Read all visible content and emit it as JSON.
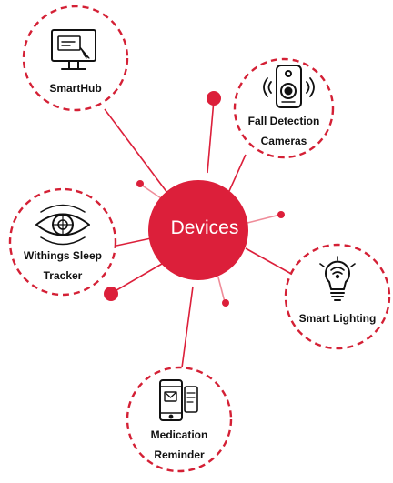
{
  "center": {
    "label": "Devices"
  },
  "devices": [
    {
      "id": "smarthub",
      "lines": [
        "SmartHub"
      ],
      "icon": "monitor-cursor-icon"
    },
    {
      "id": "fall-detection",
      "lines": [
        "Fall Detection",
        "Cameras"
      ],
      "icon": "security-camera-icon"
    },
    {
      "id": "withings",
      "lines": [
        "Withings Sleep",
        "Tracker"
      ],
      "icon": "eye-scan-icon"
    },
    {
      "id": "smart-lighting",
      "lines": [
        "Smart Lighting"
      ],
      "icon": "lightbulb-wifi-icon"
    },
    {
      "id": "medication",
      "lines": [
        "Medication",
        "Reminder"
      ],
      "icon": "phone-notification-icon"
    }
  ],
  "colors": {
    "accent": "#dc1f3a",
    "accent_light": "#ef8c99",
    "dashed_border": "#d42035",
    "text": "#111111"
  }
}
